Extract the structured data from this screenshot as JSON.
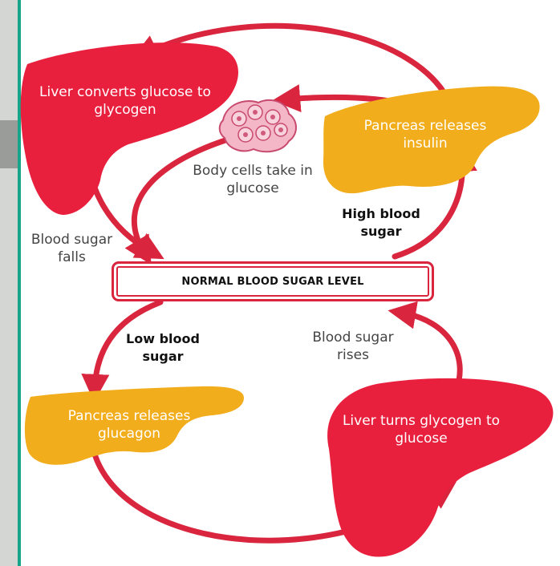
{
  "labels": {
    "liver_top": "Liver converts glucose to glycogen",
    "pancreas_top": "Pancreas releases insulin",
    "body_cells": "Body cells take in glucose",
    "high_blood_sugar": "High blood sugar",
    "blood_sugar_falls": "Blood sugar falls",
    "normal_level": "NORMAL BLOOD SUGAR LEVEL",
    "low_blood_sugar": "Low blood sugar",
    "blood_sugar_rises": "Blood sugar rises",
    "pancreas_bottom": "Pancreas releases glucagon",
    "liver_bottom": "Liver turns glycogen to glucose"
  },
  "colors": {
    "liver": "#e8203e",
    "pancreas": "#f2ad1c",
    "arrow": "#d9253d",
    "cells": "#f4b7c8",
    "left_stripe": "#17a589"
  }
}
